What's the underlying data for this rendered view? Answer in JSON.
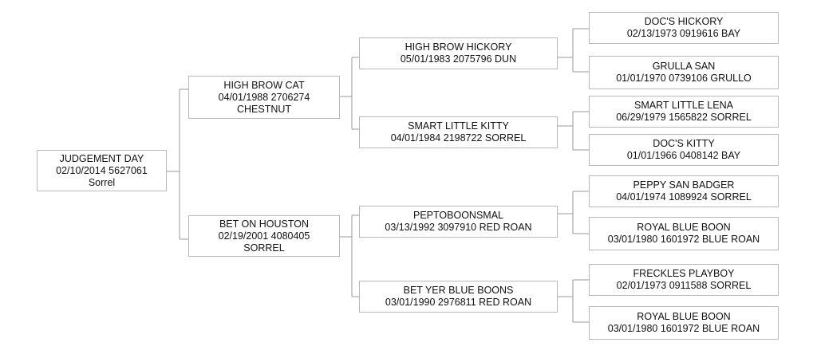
{
  "pedigree": {
    "subject": {
      "lines": [
        "JUDGEMENT DAY",
        "02/10/2014 5627061",
        "Sorrel"
      ]
    },
    "sire": {
      "lines": [
        "HIGH BROW CAT",
        "04/01/1988 2706274",
        "CHESTNUT"
      ]
    },
    "dam": {
      "lines": [
        "BET ON HOUSTON",
        "02/19/2001 4080405",
        "SORREL"
      ]
    },
    "sire_sire": {
      "lines": [
        "HIGH BROW HICKORY",
        "05/01/1983 2075796 DUN"
      ]
    },
    "sire_dam": {
      "lines": [
        "SMART LITTLE KITTY",
        "04/01/1984 2198722 SORREL"
      ]
    },
    "dam_sire": {
      "lines": [
        "PEPTOBOONSMAL",
        "03/13/1992 3097910 RED ROAN"
      ]
    },
    "dam_dam": {
      "lines": [
        "BET YER BLUE BOONS",
        "03/01/1990 2976811 RED ROAN"
      ]
    },
    "sss": {
      "lines": [
        "DOC'S HICKORY",
        "02/13/1973 0919616 BAY"
      ]
    },
    "ssd": {
      "lines": [
        "GRULLA SAN",
        "01/01/1970 0739106 GRULLO"
      ]
    },
    "sds": {
      "lines": [
        "SMART LITTLE LENA",
        "06/29/1979 1565822 SORREL"
      ]
    },
    "sdd": {
      "lines": [
        "DOC'S KITTY",
        "01/01/1966 0408142 BAY"
      ]
    },
    "dss": {
      "lines": [
        "PEPPY SAN BADGER",
        "04/01/1974 1089924 SORREL"
      ]
    },
    "dsd": {
      "lines": [
        "ROYAL BLUE BOON",
        "03/01/1980 1601972 BLUE ROAN"
      ]
    },
    "dds": {
      "lines": [
        "FRECKLES PLAYBOY",
        "02/01/1973 0911588 SORREL"
      ]
    },
    "ddd": {
      "lines": [
        "ROYAL BLUE BOON",
        "03/01/1980 1601972 BLUE ROAN"
      ]
    }
  }
}
